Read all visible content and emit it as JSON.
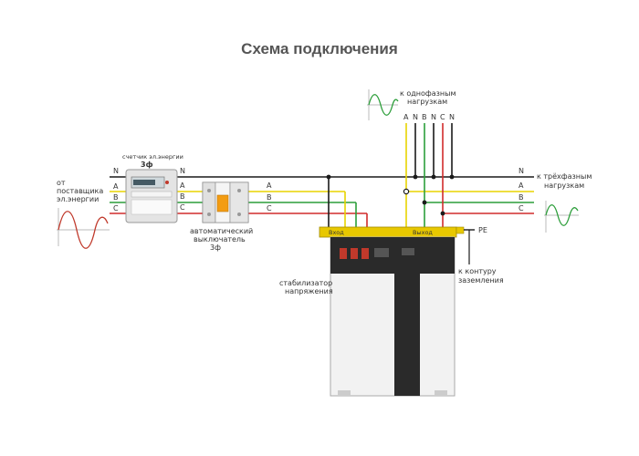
{
  "title": "Схема подключения",
  "labels": {
    "meter_title": "счетчик эл.энергии",
    "meter_phase": "3ф",
    "source_1": "от",
    "source_2": "поставщика",
    "source_3": "эл.энергии",
    "breaker_1": "автоматический",
    "breaker_2": "выключатель",
    "breaker_3": "3ф",
    "stab_1": "стабилизатор",
    "stab_2": "напряжения",
    "ground_1": "к контуру",
    "ground_2": "заземления",
    "single_1": "к однофазным",
    "single_2": "нагрузкам",
    "three_1": "к трёхфазным",
    "three_2": "нагрузкам",
    "pe": "PE",
    "terminal_in": "Вход",
    "terminal_out": "Выход"
  },
  "lines": {
    "N": "N",
    "A": "A",
    "B": "B",
    "C": "C"
  },
  "single_phase_lines": [
    "A",
    "N",
    "B",
    "N",
    "C",
    "N"
  ],
  "colors": {
    "N": "#1a1a1a",
    "A": "#e8d400",
    "B": "#2c9e3a",
    "C": "#d12b2b",
    "terminal": "#e8c800",
    "cabinet": "#f2f2f2",
    "panel": "#2a2a2a"
  }
}
